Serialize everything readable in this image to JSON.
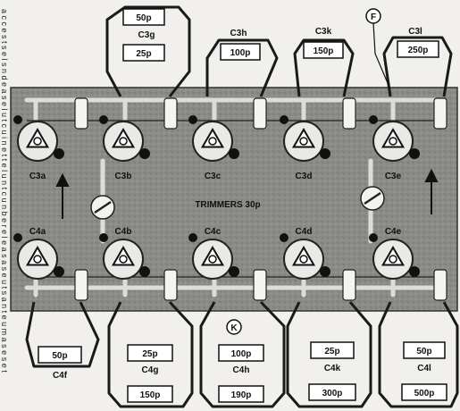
{
  "board": {
    "title": "TRIMMERS 30p",
    "marker_f": "F",
    "marker_k": "K"
  },
  "trimmers": {
    "top": [
      "C3a",
      "C3b",
      "C3c",
      "C3d",
      "C3e"
    ],
    "bottom": [
      "C4a",
      "C4b",
      "C4c",
      "C4d",
      "C4e"
    ]
  },
  "top_caps": [
    {
      "label": "C3g",
      "upper": "50p",
      "lower": "25p"
    },
    {
      "label": "C3h",
      "value": "100p"
    },
    {
      "label": "C3k",
      "value": "150p"
    },
    {
      "label": "C3l",
      "value": "250p"
    }
  ],
  "bottom_caps": [
    {
      "label": "C4f",
      "value": "50p"
    },
    {
      "label": "C4g",
      "upper": "25p",
      "lower": "150p"
    },
    {
      "label": "C4h",
      "upper": "100p",
      "lower": "190p"
    },
    {
      "label": "C4k",
      "upper": "25p",
      "lower": "300p"
    },
    {
      "label": "C4l",
      "upper": "50p",
      "lower": "500p"
    }
  ],
  "margin_text": "a c c e s t s e l s n d e a s e l u t c u i n e t t e l u n t c u n b e r e l e a s a s e u t s a n t e u m a s e s e t"
}
